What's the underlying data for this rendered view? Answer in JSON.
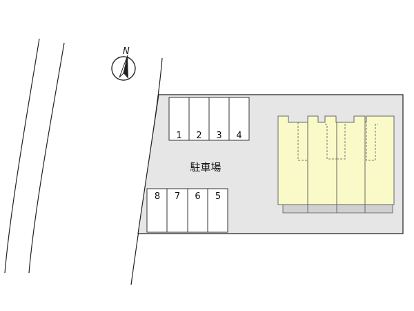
{
  "north_label": "N",
  "parking_label": "駐車場",
  "parking_top_spaces": [
    "1",
    "2",
    "3",
    "4"
  ],
  "parking_bottom_spaces": [
    "8",
    "7",
    "6",
    "5"
  ],
  "colors": {
    "lot_fill": "#e6e6e6",
    "building_fill": "#fafac8",
    "building_shadow": "#d0d0d0",
    "line": "#222222"
  },
  "icons": {
    "compass": "north-arrow-icon"
  }
}
